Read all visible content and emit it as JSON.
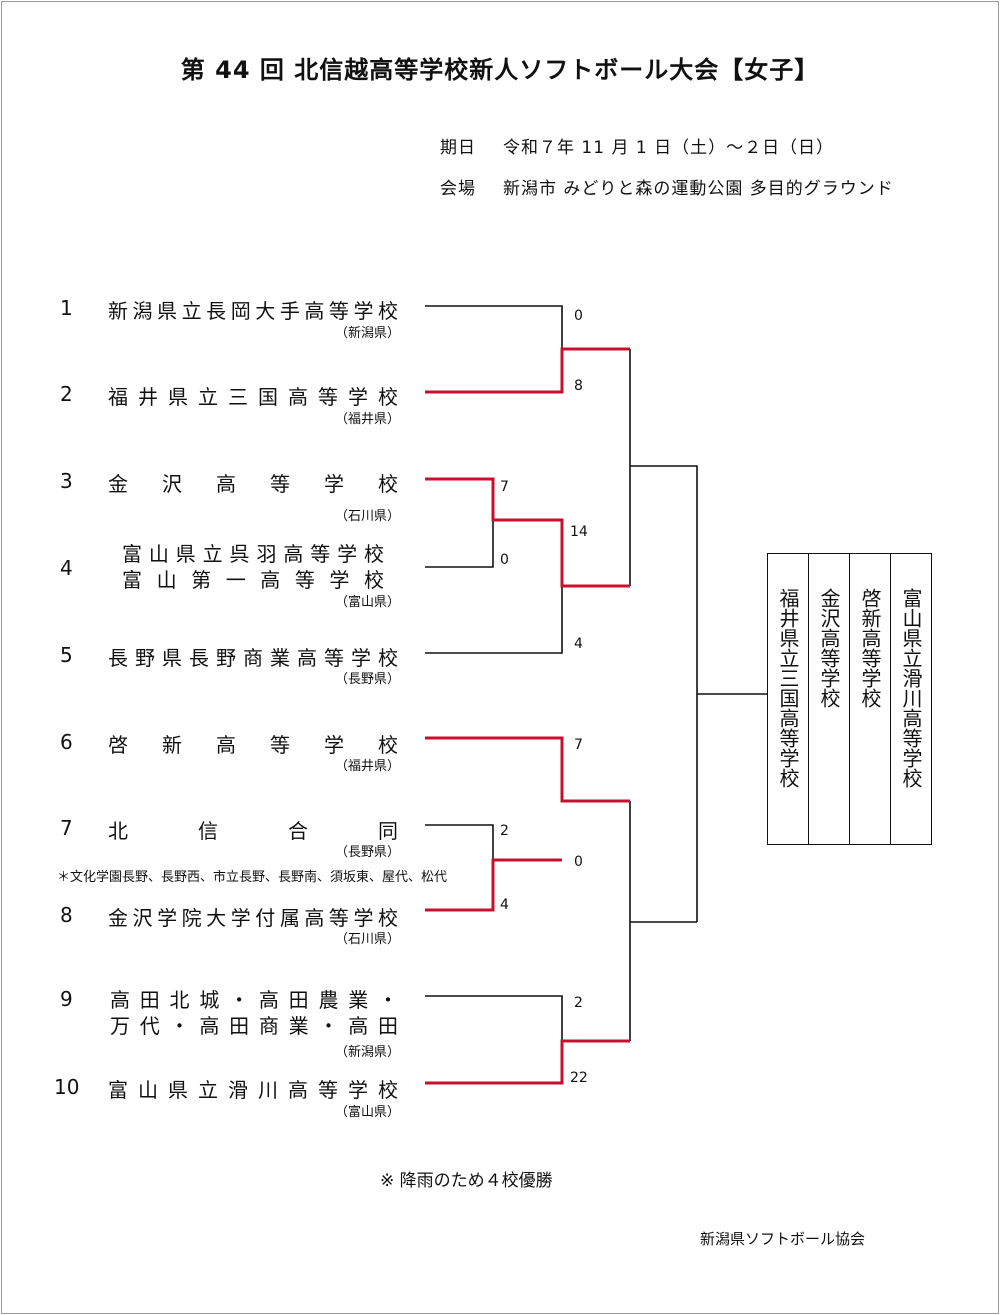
{
  "title": "第 44 回 北信越高等学校新人ソフトボール大会【女子】",
  "date_label": "期日",
  "date_value": "令和７年 11 月 1 日（土）～２日（日）",
  "venue_label": "会場",
  "venue_value": "新潟市 みどりと森の運動公園 多目的グラウンド",
  "teams": [
    {
      "num": "1",
      "name": "新潟県立長岡大手高等学校",
      "pref": "（新潟県）"
    },
    {
      "num": "2",
      "name": "福井県立三国高等学校",
      "pref": "（福井県）"
    },
    {
      "num": "3",
      "name": "金沢高等学校",
      "pref": "（石川県）"
    },
    {
      "num": "4",
      "name": "富山県立呉羽高等学校",
      "name2": "富山第一高等学校",
      "pref": "（富山県）"
    },
    {
      "num": "5",
      "name": "長野県長野商業高等学校",
      "pref": "（長野県）"
    },
    {
      "num": "6",
      "name": "啓新高等学校",
      "pref": "（福井県）"
    },
    {
      "num": "7",
      "name": "北信合同",
      "pref": "（長野県）"
    },
    {
      "num": "8",
      "name": "金沢学院大学付属高等学校",
      "pref": "（石川県）"
    },
    {
      "num": "9",
      "name": "高田北城・高田農業・",
      "name2": "万代・高田商業・高田",
      "pref": "（新潟県）"
    },
    {
      "num": "10",
      "name": "富山県立滑川高等学校",
      "pref": "（富山県）"
    }
  ],
  "team7_members": "＊文化学園長野、長野西、市立長野、長野南、須坂東、屋代、松代",
  "scores": {
    "s1": "0",
    "s2": "8",
    "s3": "7",
    "s4": "0",
    "s34": "14",
    "s5": "4",
    "s6": "7",
    "s7": "2",
    "s8": "4",
    "s78": "0",
    "s9": "2",
    "s10": "22"
  },
  "winners": [
    "福井県立三国高等学校",
    "金沢高等学校",
    "啓新高等学校",
    "富山県立滑川高等学校"
  ],
  "note": "※ 降雨のため４校優勝",
  "organizer": "新潟県ソフトボール協会",
  "colors": {
    "win_line": "#c8102e",
    "line": "#111111"
  }
}
